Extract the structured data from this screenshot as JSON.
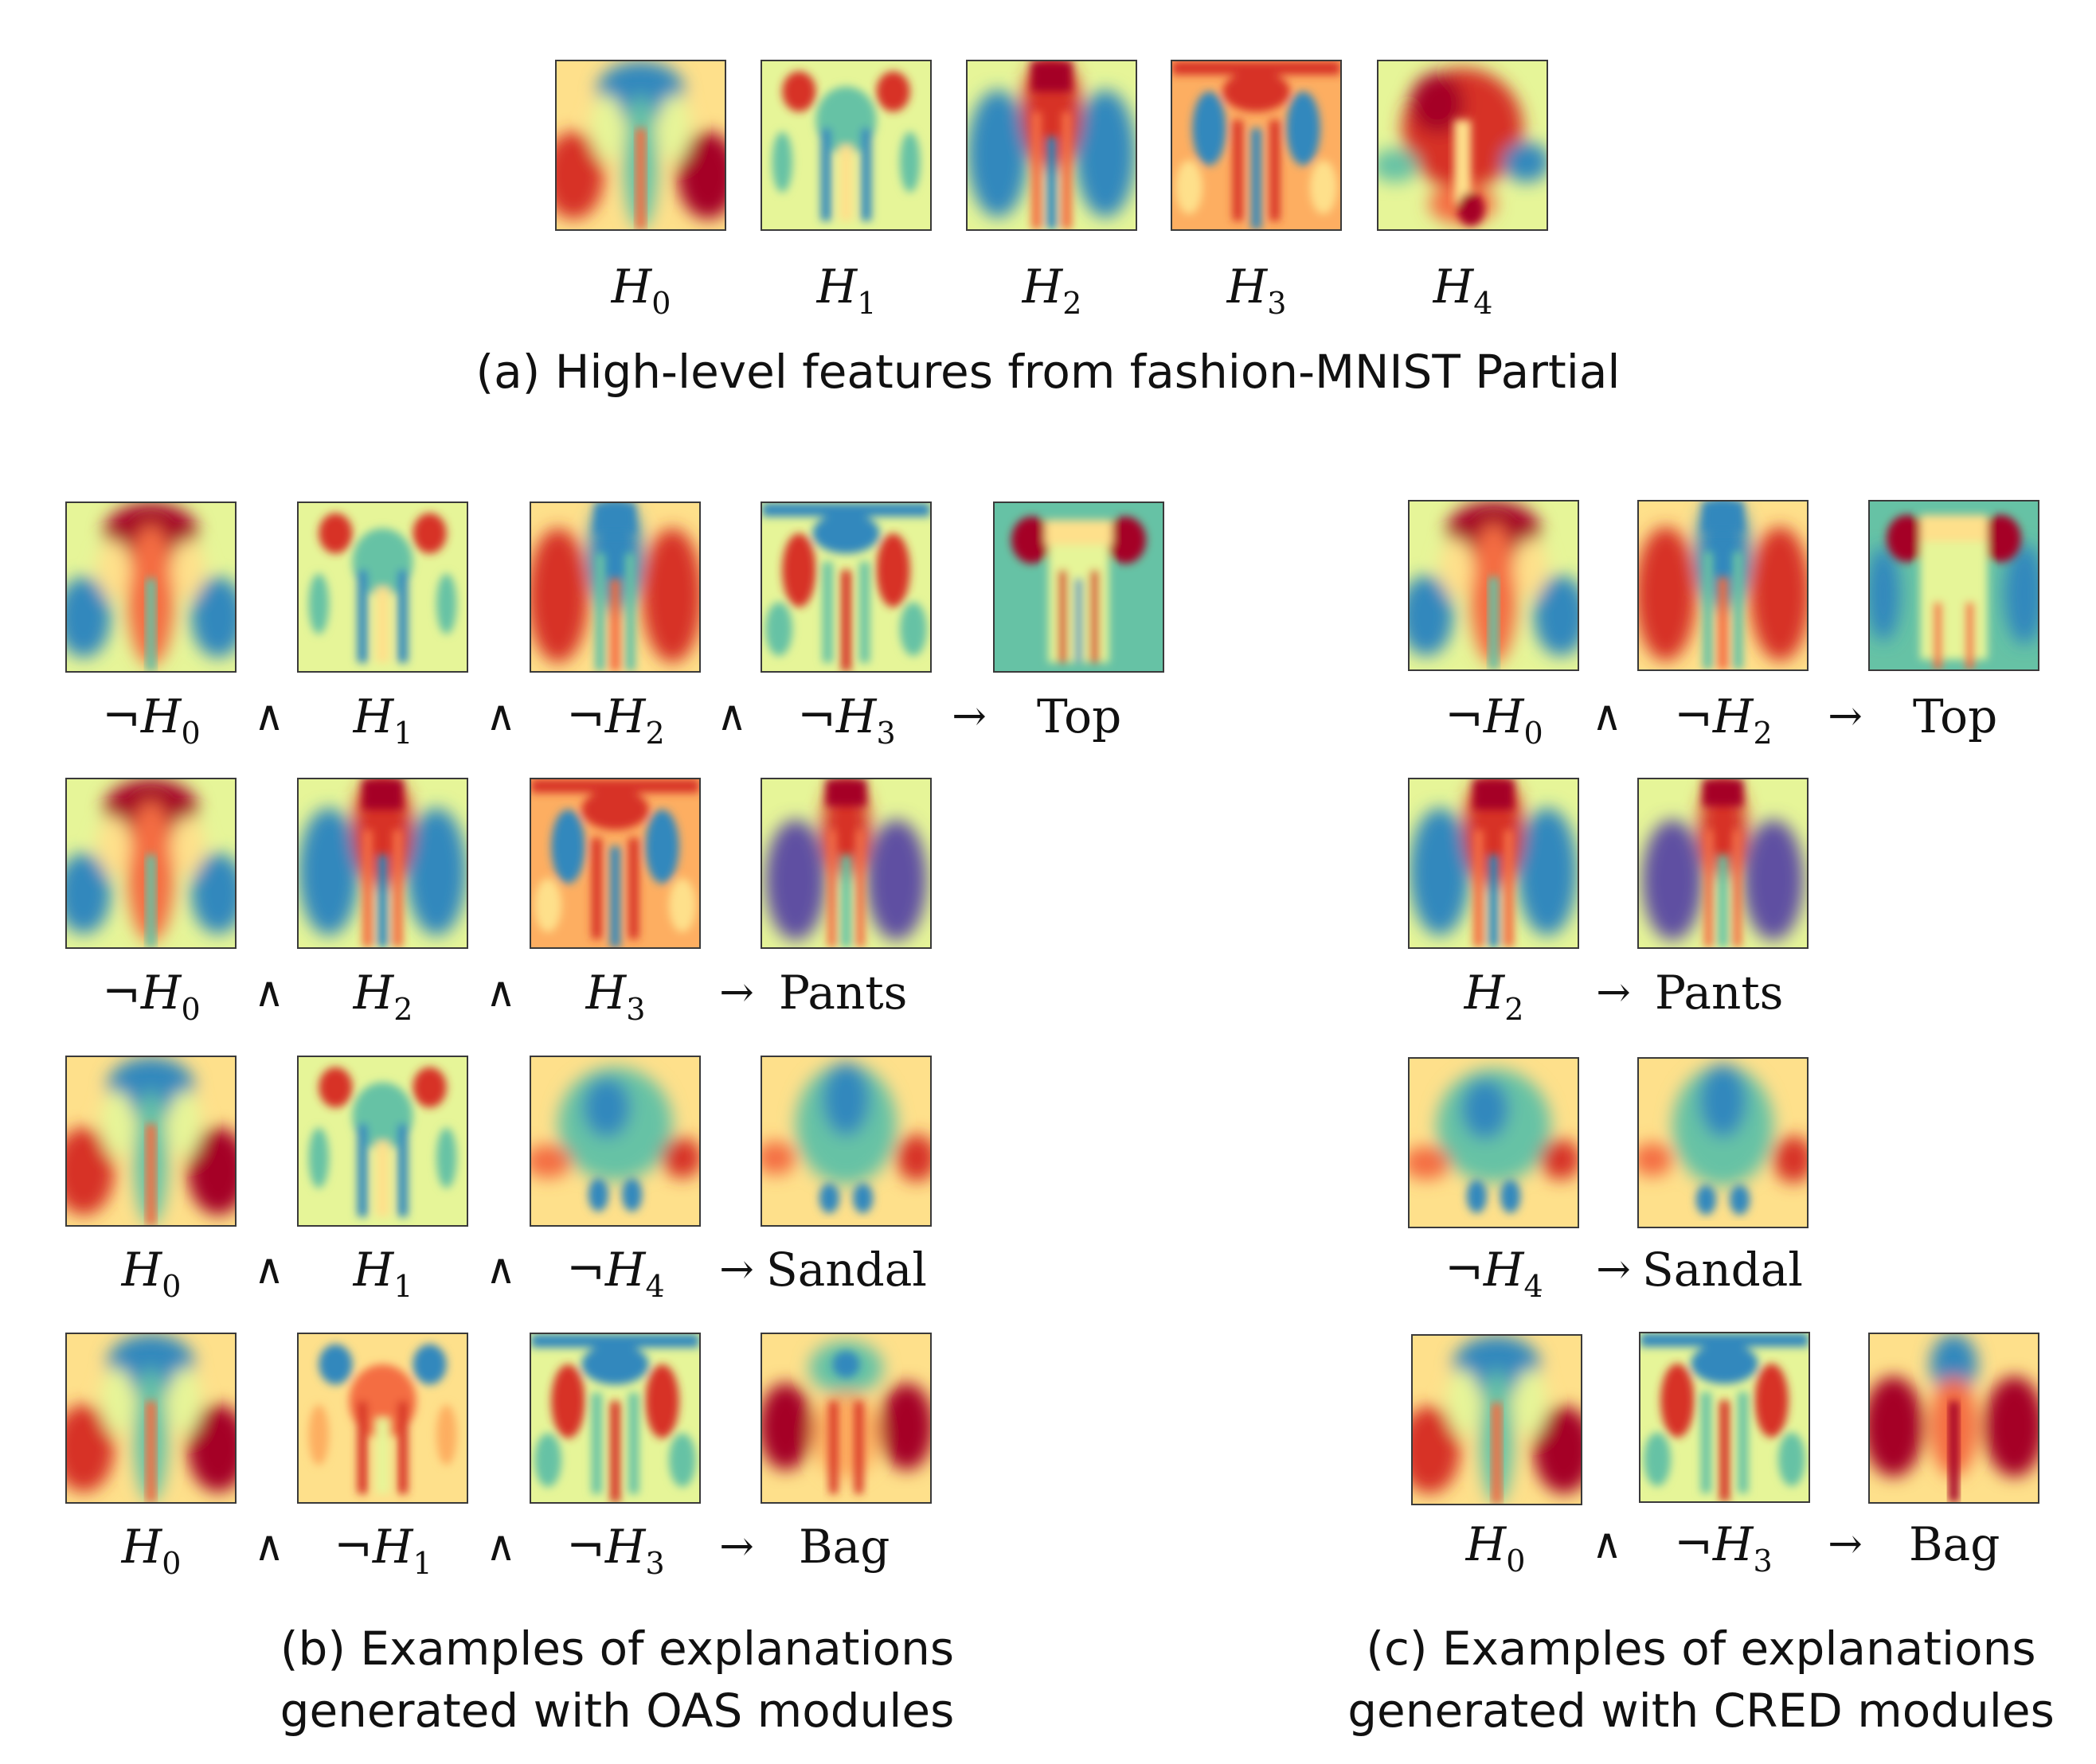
{
  "panel_a": {
    "features": [
      {
        "symbol": "H",
        "sub": "0",
        "palette": "h0"
      },
      {
        "symbol": "H",
        "sub": "1",
        "palette": "h1"
      },
      {
        "symbol": "H",
        "sub": "2",
        "palette": "h2"
      },
      {
        "symbol": "H",
        "sub": "3",
        "palette": "h3"
      },
      {
        "symbol": "H",
        "sub": "4",
        "palette": "h4"
      }
    ],
    "caption": "(a) High-level features from fashion-MNIST Partial"
  },
  "panel_b": {
    "rules": [
      {
        "terms": [
          {
            "neg": "¬",
            "sub": "0"
          },
          {
            "neg": "",
            "sub": "1"
          },
          {
            "neg": "¬",
            "sub": "2"
          },
          {
            "neg": "¬",
            "sub": "3"
          }
        ],
        "arrow": "→",
        "class": "Top"
      },
      {
        "terms": [
          {
            "neg": "¬",
            "sub": "0"
          },
          {
            "neg": "",
            "sub": "2"
          },
          {
            "neg": "",
            "sub": "3"
          }
        ],
        "arrow": "→",
        "class": "Pants"
      },
      {
        "terms": [
          {
            "neg": "",
            "sub": "0"
          },
          {
            "neg": "",
            "sub": "1"
          },
          {
            "neg": "¬",
            "sub": "4"
          }
        ],
        "arrow": "→",
        "class": "Sandal"
      },
      {
        "terms": [
          {
            "neg": "",
            "sub": "0"
          },
          {
            "neg": "¬",
            "sub": "1"
          },
          {
            "neg": "¬",
            "sub": "3"
          }
        ],
        "arrow": "→",
        "class": "Bag"
      }
    ],
    "and": "∧",
    "caption_line1": "(b) Examples of explanations",
    "caption_line2": "generated with OAS modules"
  },
  "panel_c": {
    "rules": [
      {
        "terms": [
          {
            "neg": "¬",
            "sub": "0"
          },
          {
            "neg": "¬",
            "sub": "2"
          }
        ],
        "arrow": "→",
        "class": "Top"
      },
      {
        "terms": [
          {
            "neg": "",
            "sub": "2"
          }
        ],
        "arrow": "→",
        "class": "Pants"
      },
      {
        "terms": [
          {
            "neg": "¬",
            "sub": "4"
          }
        ],
        "arrow": "→",
        "class": "Sandal"
      },
      {
        "terms": [
          {
            "neg": "",
            "sub": "0"
          },
          {
            "neg": "¬",
            "sub": "3"
          }
        ],
        "arrow": "→",
        "class": "Bag"
      }
    ],
    "and": "∧",
    "caption_line1": "(c) Examples of explanations",
    "caption_line2": "generated with CRED modules"
  },
  "colors": {
    "red": "#a50026",
    "orange": "#f46d43",
    "yellow": "#fee08b",
    "pale": "#e6f598",
    "green": "#66c2a5",
    "blue": "#3288bd",
    "purple": "#5e4fa2"
  }
}
